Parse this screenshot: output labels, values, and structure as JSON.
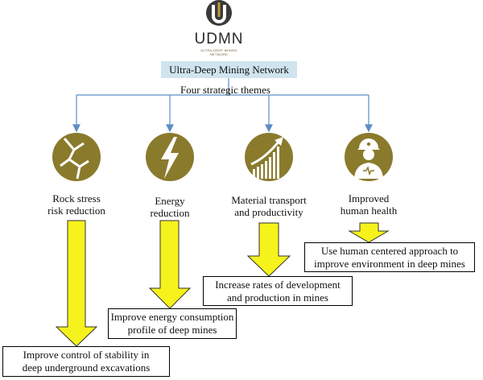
{
  "logo": {
    "wordmark": "UDMN",
    "tagline": "ULTRA-DEEP MINING NETWORK"
  },
  "network_title": "Ultra-Deep Mining Network",
  "themes_heading": "Four strategic themes",
  "themes": [
    {
      "icon": "cracked-rock-icon",
      "line1": "Rock stress",
      "line2": "risk reduction",
      "outcome_line1": "Improve control of stability in",
      "outcome_line2": "deep underground excavations"
    },
    {
      "icon": "lightning-bolt-icon",
      "line1": "Energy",
      "line2": "reduction",
      "outcome_line1": "Improve energy consumption",
      "outcome_line2": "profile of deep mines"
    },
    {
      "icon": "rising-bar-chart-icon",
      "line1": "Material transport",
      "line2": "and productivity",
      "outcome_line1": "Increase rates of development",
      "outcome_line2": "and production in mines"
    },
    {
      "icon": "miner-heart-icon",
      "line1": "Improved",
      "line2": "human health",
      "outcome_line1": "Use human centered approach to",
      "outcome_line2": "improve environment in deep mines"
    }
  ],
  "colors": {
    "icon_circle": "#8a7a2c",
    "arrow_fill": "#f6f21b",
    "connector": "#5a8fc4",
    "title_box": "#cfe4ef"
  }
}
